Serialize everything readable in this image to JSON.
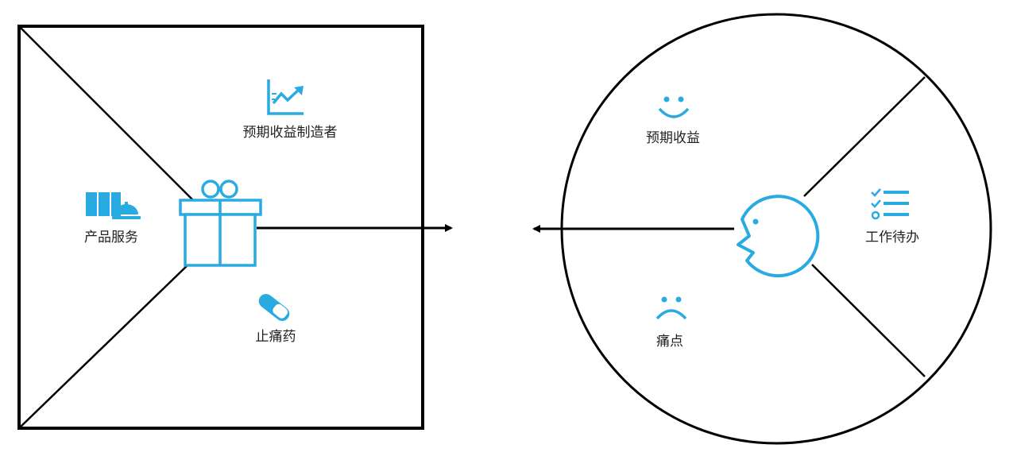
{
  "colors": {
    "accent": "#29abe2",
    "stroke": "#000000",
    "text": "#222222",
    "background": "#ffffff"
  },
  "value_map": {
    "gain_creators_label": "预期收益制造者",
    "products_services_label": "产品服务",
    "pain_relievers_label": "止痛药"
  },
  "customer_profile": {
    "gains_label": "预期收益",
    "jobs_label": "工作待办",
    "pains_label": "痛点"
  },
  "icons": {
    "gain_creators": "chart-up-icon",
    "products_services": "products-services-icon",
    "pain_relievers": "pill-icon",
    "value_proposition": "gift-icon",
    "gains": "smile-icon",
    "jobs": "checklist-icon",
    "pains": "frown-icon",
    "customer": "face-profile-icon"
  }
}
